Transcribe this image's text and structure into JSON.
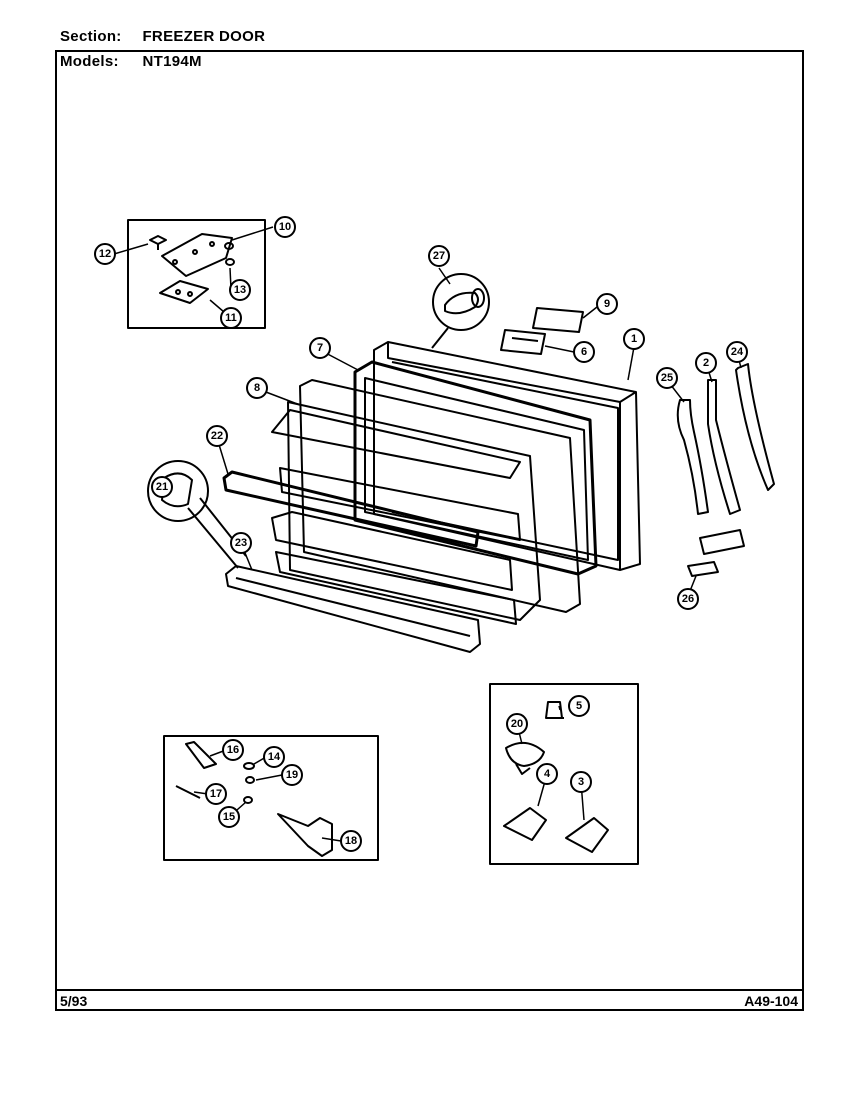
{
  "header": {
    "section_label": "Section:",
    "section_value": "FREEZER DOOR",
    "models_label": "Models:",
    "models_value": "NT194M"
  },
  "footer": {
    "date_code": "5/93",
    "document_code": "A49-104"
  },
  "part_callouts": [
    "1",
    "2",
    "3",
    "4",
    "5",
    "6",
    "7",
    "8",
    "9",
    "10",
    "11",
    "12",
    "13",
    "14",
    "15",
    "16",
    "17",
    "18",
    "19",
    "20",
    "21",
    "22",
    "23",
    "24",
    "25",
    "26",
    "27"
  ]
}
